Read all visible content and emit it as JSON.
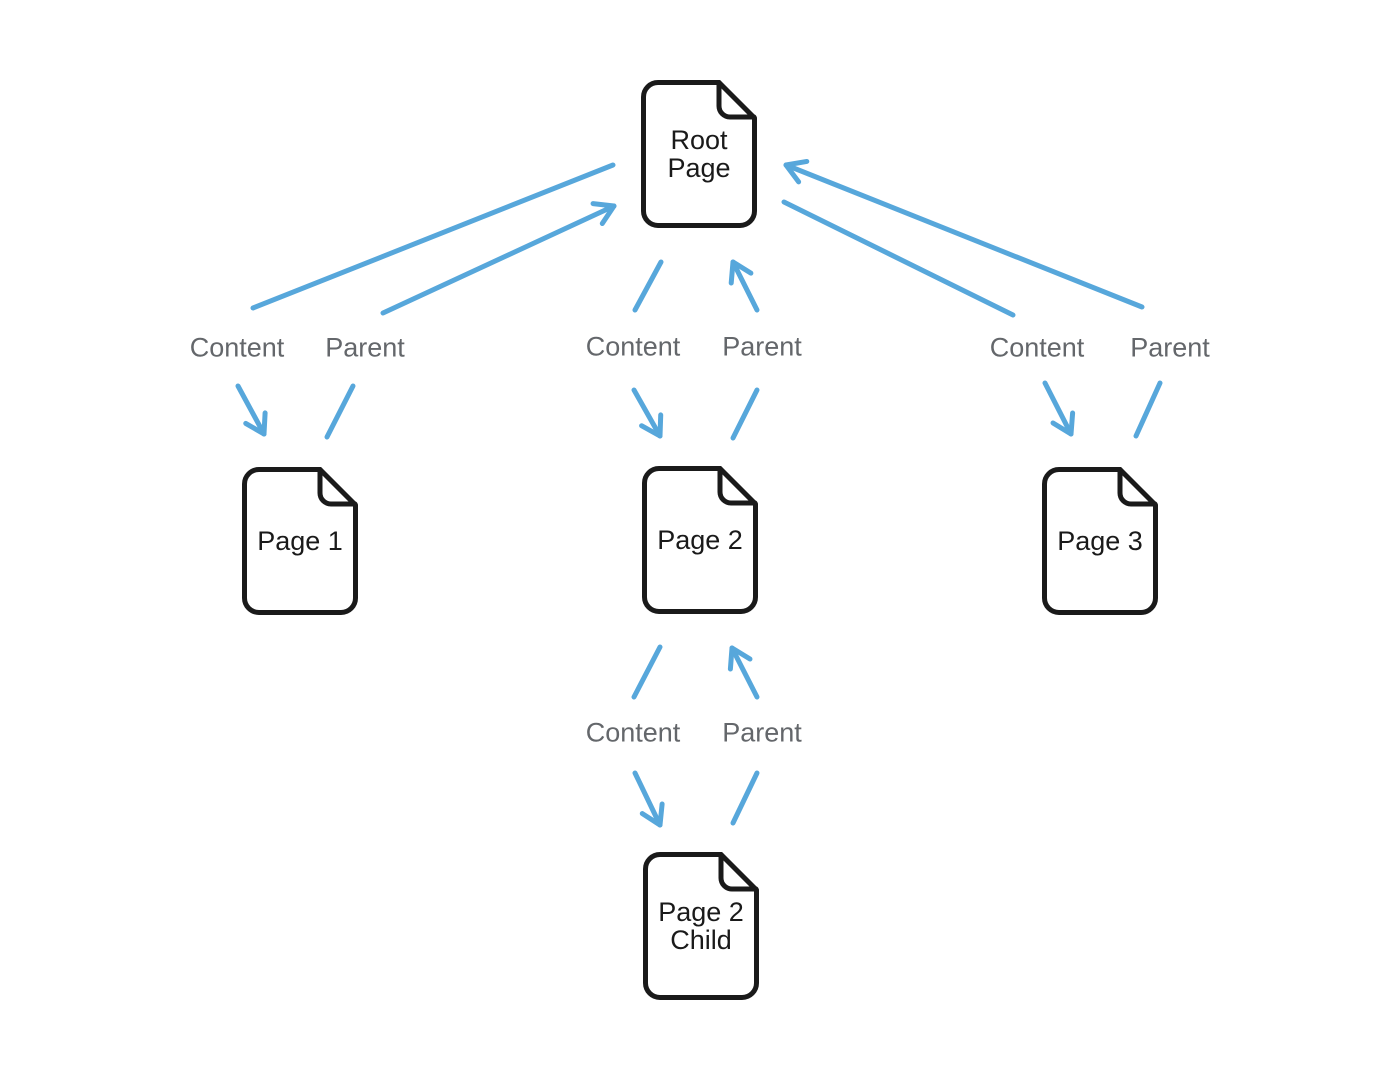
{
  "nodes": {
    "root": {
      "line1": "Root",
      "line2": "Page"
    },
    "page1": {
      "line1": "Page 1"
    },
    "page2": {
      "line1": "Page 2"
    },
    "page3": {
      "line1": "Page 3"
    },
    "page2_child": {
      "line1": "Page 2",
      "line2": "Child"
    }
  },
  "edges": {
    "left": {
      "content": "Content",
      "parent": "Parent"
    },
    "middle": {
      "content": "Content",
      "parent": "Parent"
    },
    "right": {
      "content": "Content",
      "parent": "Parent"
    },
    "bottom": {
      "content": "Content",
      "parent": "Parent"
    }
  },
  "colors": {
    "arrow": "#57A7DB",
    "edge_label": "#64676B",
    "node_stroke": "#1A1A1A",
    "node_text": "#1A1A1A",
    "background": "#FFFFFF"
  }
}
